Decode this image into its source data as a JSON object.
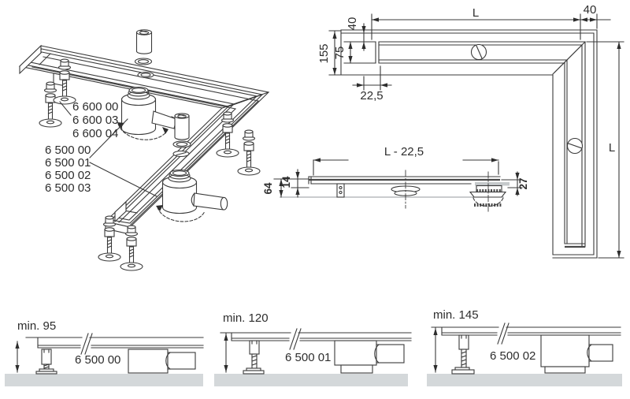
{
  "iso": {
    "part_labels_feet": [
      "6 600 00",
      "6 600 03",
      "6 600 04"
    ],
    "part_labels_traps": [
      "6 500 00",
      "6 500 01",
      "6 500 02",
      "6 500 03"
    ]
  },
  "plan": {
    "dim_length_top": "L",
    "dim_40_right": "40",
    "dim_40_left": "40",
    "dim_155": "155",
    "dim_75": "75",
    "dim_22_5": "22,5",
    "dim_length_right": "L"
  },
  "side": {
    "dim_length": "L - 22,5",
    "dim_64": "64",
    "dim_14": "14",
    "dim_27": "27"
  },
  "installs": [
    {
      "min_height": "min. 95",
      "part": "6 500 00"
    },
    {
      "min_height": "min. 120",
      "part": "6 500 01"
    },
    {
      "min_height": "min. 145",
      "part": "6 500 02"
    }
  ],
  "colors": {
    "line": "#3a3a3a",
    "slab": "#d4d8da",
    "seal_bar": "#c5c9cb"
  }
}
